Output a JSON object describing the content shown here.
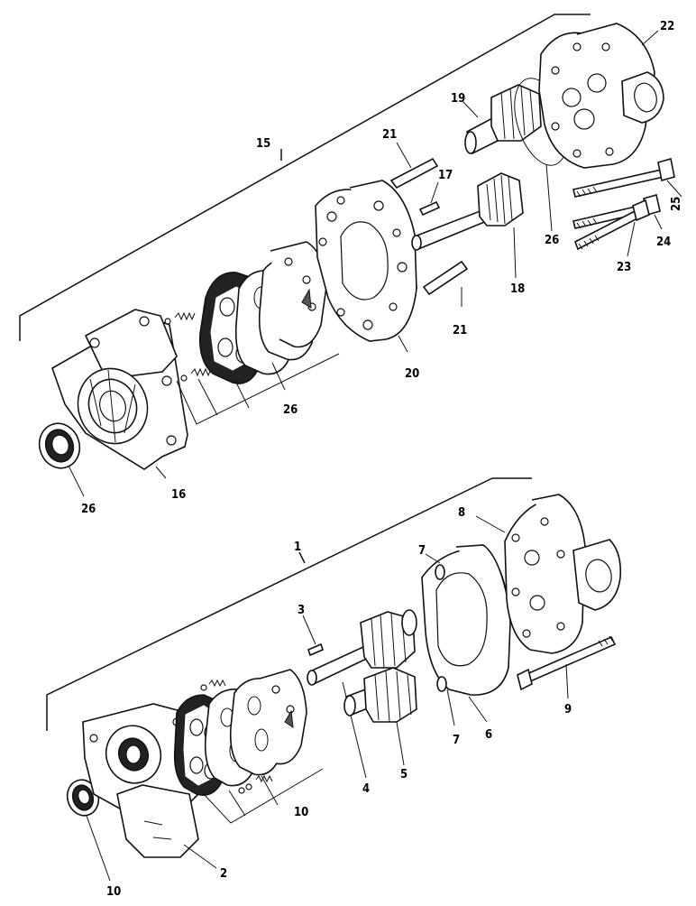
{
  "callouts": {
    "c1": "1",
    "c2": "2",
    "c3": "3",
    "c4": "4",
    "c5": "5",
    "c6": "6",
    "c7a": "7",
    "c7b": "7",
    "c8": "8",
    "c9": "9",
    "c10a": "10",
    "c10b": "10",
    "c15": "15",
    "c16": "16",
    "c17": "17",
    "c18": "18",
    "c19": "19",
    "c20": "20",
    "c21a": "21",
    "c21b": "21",
    "c22": "22",
    "c23": "23",
    "c24": "24",
    "c25": "25",
    "c26a": "26",
    "c26b": "26",
    "c26c": "26"
  }
}
